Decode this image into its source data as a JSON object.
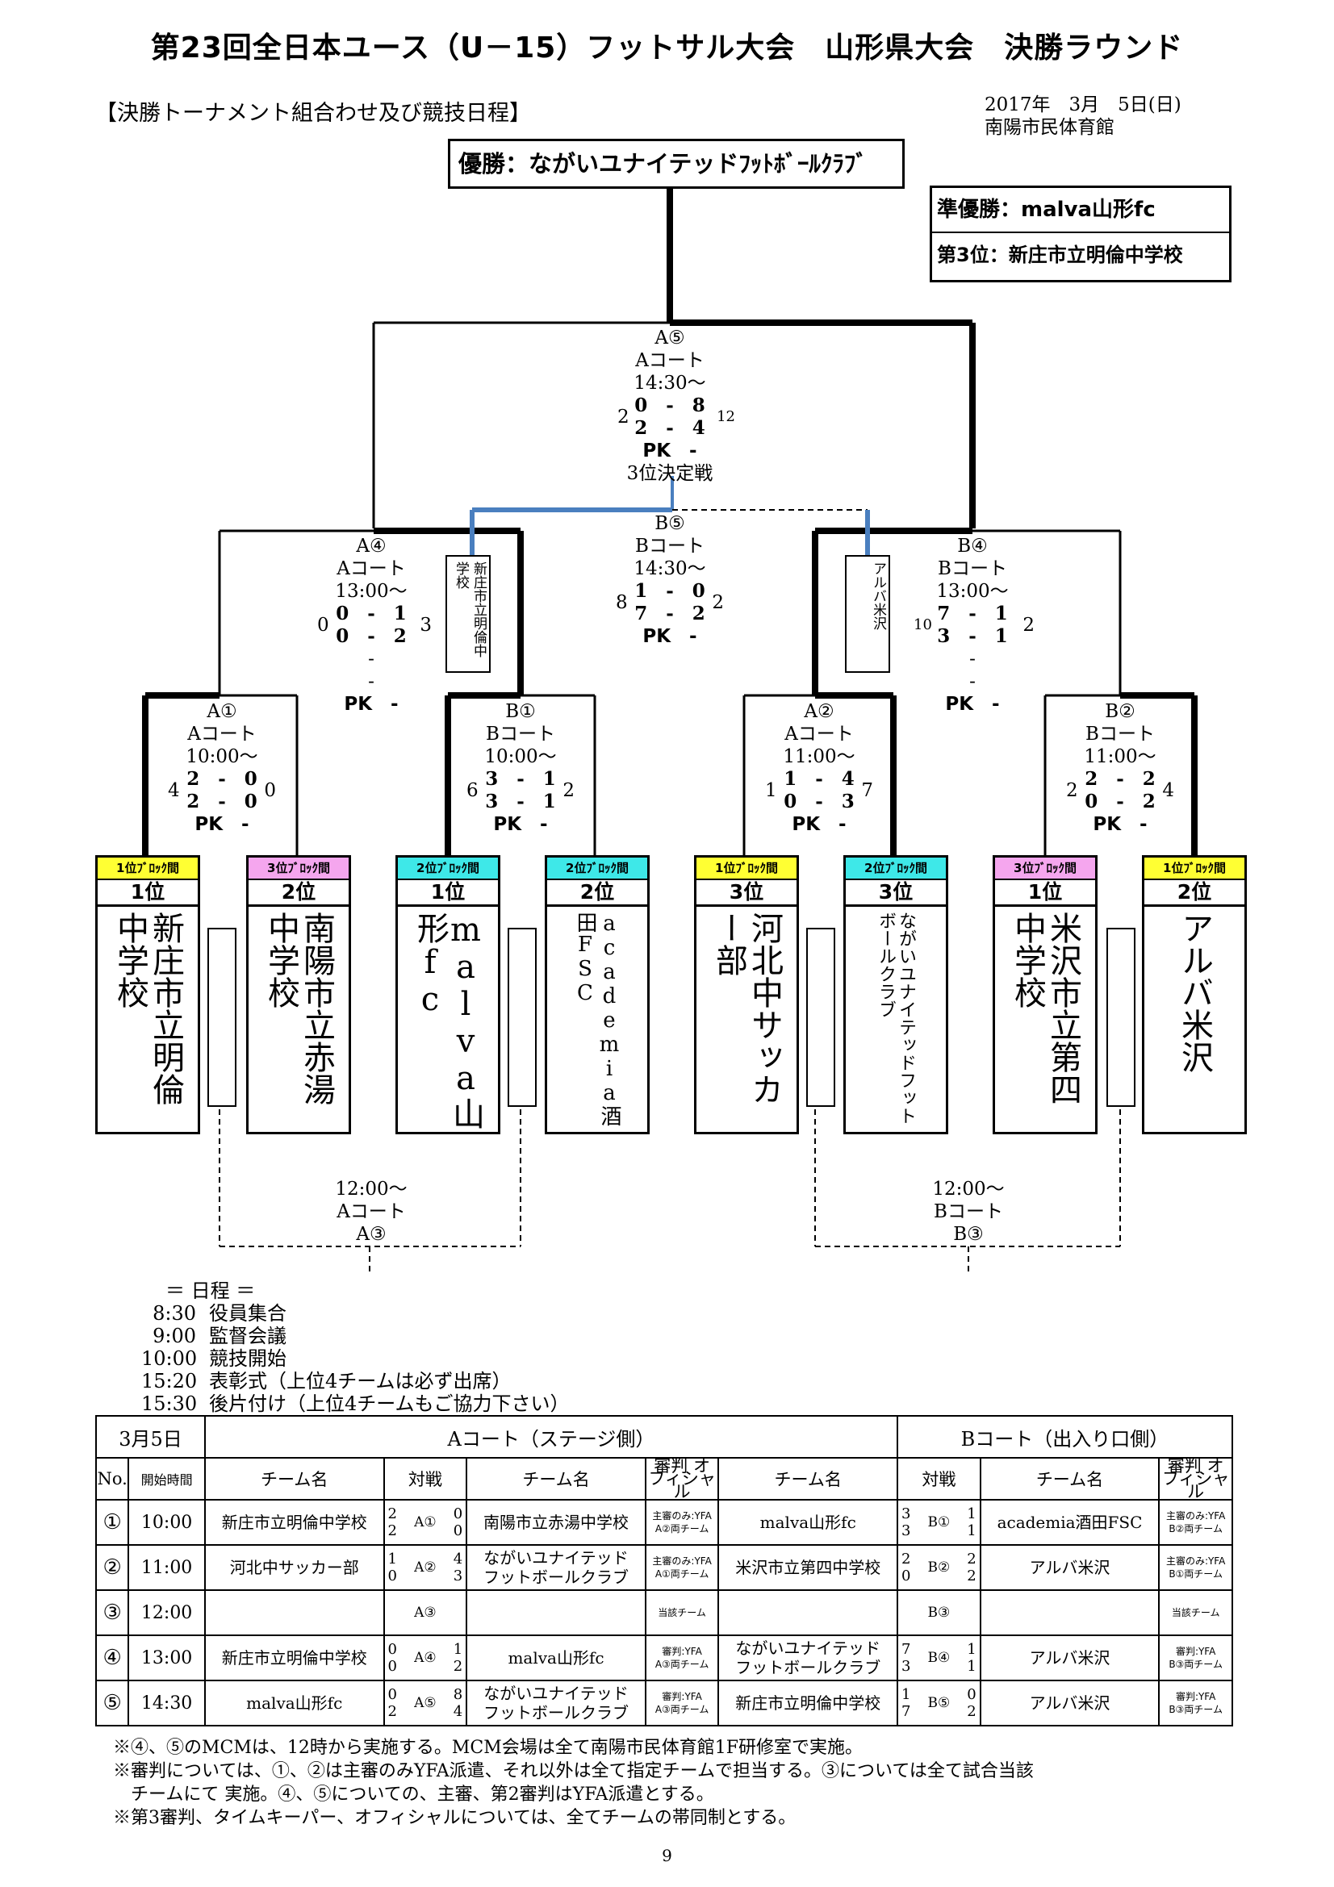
{
  "title": "第23回全日本ユース（U－15）フットサル大会　山形県大会　決勝ラウンド",
  "subtitle": "【決勝トーナメント組合わせ及び競技日程】",
  "date": "2017年　3月　5日(日)",
  "venue": "南陽市民体育館",
  "champion": "優勝：ながいユナイテッドﾌｯﾄﾎﾞｰﾙｸﾗﾌﾞ",
  "runner_up": "準優勝：malva山形fc",
  "third": "第3位：新庄市立明倫中学校",
  "matches": {
    "a5": {
      "id": "A⑤",
      "court": "Aコート",
      "time": "14:30～",
      "l1": "2",
      "l2": "0　‐　8",
      "l3": "2　‐　4",
      "r": "12",
      "pk": "PK　-",
      "note": "3位決定戦"
    },
    "b5": {
      "id": "B⑤",
      "court": "Bコート",
      "time": "14:30～",
      "l": "8",
      "s1": "1　‐　0",
      "s2": "7　‐　2",
      "r": "2",
      "pk": "PK　-"
    },
    "a4": {
      "id": "A④",
      "court": "Aコート",
      "time": "13:00～",
      "l": "0",
      "s1": "0　‐　1",
      "s2": "0　‐　2",
      "s3": "‐",
      "s4": "‐",
      "r": "3",
      "pk": "PK　-"
    },
    "b4": {
      "id": "B④",
      "court": "Bコート",
      "time": "13:00～",
      "l": "10",
      "s1": "7　‐　1",
      "s2": "3　‐　1",
      "s3": "‐",
      "s4": "‐",
      "r": "2",
      "pk": "PK　-"
    },
    "a1": {
      "id": "A①",
      "court": "Aコート",
      "time": "10:00～",
      "l": "4",
      "s1": "2　‐　0",
      "s2": "2　‐　0",
      "r": "0",
      "pk": "PK　-"
    },
    "b1": {
      "id": "B①",
      "court": "Bコート",
      "time": "10:00～",
      "l": "6",
      "s1": "3　‐　1",
      "s2": "3　‐　1",
      "r": "2",
      "pk": "PK　-"
    },
    "a2": {
      "id": "A②",
      "court": "Aコート",
      "time": "11:00～",
      "l": "1",
      "s1": "1　‐　4",
      "s2": "0　‐　3",
      "r": "7",
      "pk": "PK　-"
    },
    "b2": {
      "id": "B②",
      "court": "Bコート",
      "time": "11:00～",
      "l": "2",
      "s1": "2　‐　2",
      "s2": "0　‐　2",
      "r": "4",
      "pk": "PK　-"
    },
    "a3": {
      "id": "A③",
      "court": "Aコート",
      "time": "12:00～"
    },
    "b3": {
      "id": "B③",
      "court": "Bコート",
      "time": "12:00～"
    }
  },
  "semi_labels": {
    "left": "新庄市立明倫中学校",
    "right": "アルバ米沢"
  },
  "teams": [
    {
      "block": "1位ﾌﾞﾛｯｸ間",
      "rank": "1位",
      "name": "新庄市立明倫中学校"
    },
    {
      "block": "3位ﾌﾞﾛｯｸ間",
      "rank": "2位",
      "name": "南陽市立赤湯中学校"
    },
    {
      "block": "2位ﾌﾞﾛｯｸ間",
      "rank": "1位",
      "name": "malva山形fc"
    },
    {
      "block": "2位ﾌﾞﾛｯｸ間",
      "rank": "2位",
      "name": "academia酒田FSC"
    },
    {
      "block": "1位ﾌﾞﾛｯｸ間",
      "rank": "3位",
      "name": "河北中サッカー部"
    },
    {
      "block": "2位ﾌﾞﾛｯｸ間",
      "rank": "3位",
      "name": "ながいユナイテッドフットボールクラブ"
    },
    {
      "block": "3位ﾌﾞﾛｯｸ間",
      "rank": "1位",
      "name": "米沢市立第四中学校"
    },
    {
      "block": "1位ﾌﾞﾛｯｸ間",
      "rank": "2位",
      "name": "アルバ米沢"
    }
  ],
  "colors": {
    "yellow": "#ffff33",
    "magenta": "#f5a6ee",
    "cyan": "#3ee8e8",
    "blue": "#4a7fbf"
  },
  "schedule": {
    "header": "＝ 日程 ＝",
    "items": [
      {
        "time": "8:30",
        "text": "役員集合"
      },
      {
        "time": "9:00",
        "text": "監督会議"
      },
      {
        "time": "10:00",
        "text": "競技開始"
      },
      {
        "time": "15:20",
        "text": "表彰式（上位4チームは必ず出席）"
      },
      {
        "time": "15:30",
        "text": "後片付け（上位4チームもご協力下さい）"
      }
    ]
  },
  "table": {
    "day": "3月5日",
    "court_a": "Aコート（ステージ側）",
    "court_b": "Bコート（出入り口側）",
    "h_no": "No.",
    "h_time": "開始時間",
    "h_team": "チーム名",
    "h_vs": "対戦",
    "h_ref": "審判 オフィシャル",
    "rows": [
      {
        "no": "①",
        "time": "10:00",
        "at1": "新庄市立明倫中学校",
        "as1": "2\n2",
        "am": "A①",
        "as2": "0\n0",
        "at2": "南陽市立赤湯中学校",
        "ar1": "主審のみ:YFA",
        "ar2": "A②両チーム",
        "bt1": "malva山形fc",
        "bs1": "3\n3",
        "bm": "B①",
        "bs2": "1\n1",
        "bt2": "academia酒田FSC",
        "br1": "主審のみ:YFA",
        "br2": "B②両チーム"
      },
      {
        "no": "②",
        "time": "11:00",
        "at1": "河北中サッカー部",
        "as1": "1\n0",
        "am": "A②",
        "as2": "4\n3",
        "at2": "ながいユナイテッド\nフットボールクラブ",
        "ar1": "主審のみ:YFA",
        "ar2": "A①両チーム",
        "bt1": "米沢市立第四中学校",
        "bs1": "2\n0",
        "bm": "B②",
        "bs2": "2\n2",
        "bt2": "アルバ米沢",
        "br1": "主審のみ:YFA",
        "br2": "B①両チーム"
      },
      {
        "no": "③",
        "time": "12:00",
        "at1": "",
        "as1": "",
        "am": "A③",
        "as2": "",
        "at2": "",
        "ar1": "当該チーム",
        "ar2": "",
        "bt1": "",
        "bs1": "",
        "bm": "B③",
        "bs2": "",
        "bt2": "",
        "br1": "当該チーム",
        "br2": ""
      },
      {
        "no": "④",
        "time": "13:00",
        "at1": "新庄市立明倫中学校",
        "as1": "0\n0",
        "am": "A④",
        "as2": "1\n2",
        "at2": "malva山形fc",
        "ar1": "審判:YFA",
        "ar2": "A③両チーム",
        "bt1": "ながいユナイテッド\nフットボールクラブ",
        "bs1": "7\n3",
        "bm": "B④",
        "bs2": "1\n1",
        "bt2": "アルバ米沢",
        "br1": "審判:YFA",
        "br2": "B③両チーム"
      },
      {
        "no": "⑤",
        "time": "14:30",
        "at1": "malva山形fc",
        "as1": "0\n2",
        "am": "A⑤",
        "as2": "8\n4",
        "at2": "ながいユナイテッド\nフットボールクラブ",
        "ar1": "審判:YFA",
        "ar2": "A③両チーム",
        "bt1": "新庄市立明倫中学校",
        "bs1": "1\n7",
        "bm": "B⑤",
        "bs2": "0\n2",
        "bt2": "アルバ米沢",
        "br1": "審判:YFA",
        "br2": "B③両チーム"
      }
    ]
  },
  "notes": [
    "※④、⑤のMCMは、12時から実施する。MCM会場は全て南陽市民体育館1F研修室で実施。",
    "※審判については、①、②は主審のみYFA派遣、それ以外は全て指定チームで担当する。③については全て試合当該",
    "　チームにて 実施。④、⑤についての、主審、第2審判はYFA派遣とする。",
    "※第3審判、タイムキーパー、オフィシャルについては、全てチームの帯同制とする。"
  ],
  "page_number": "9"
}
